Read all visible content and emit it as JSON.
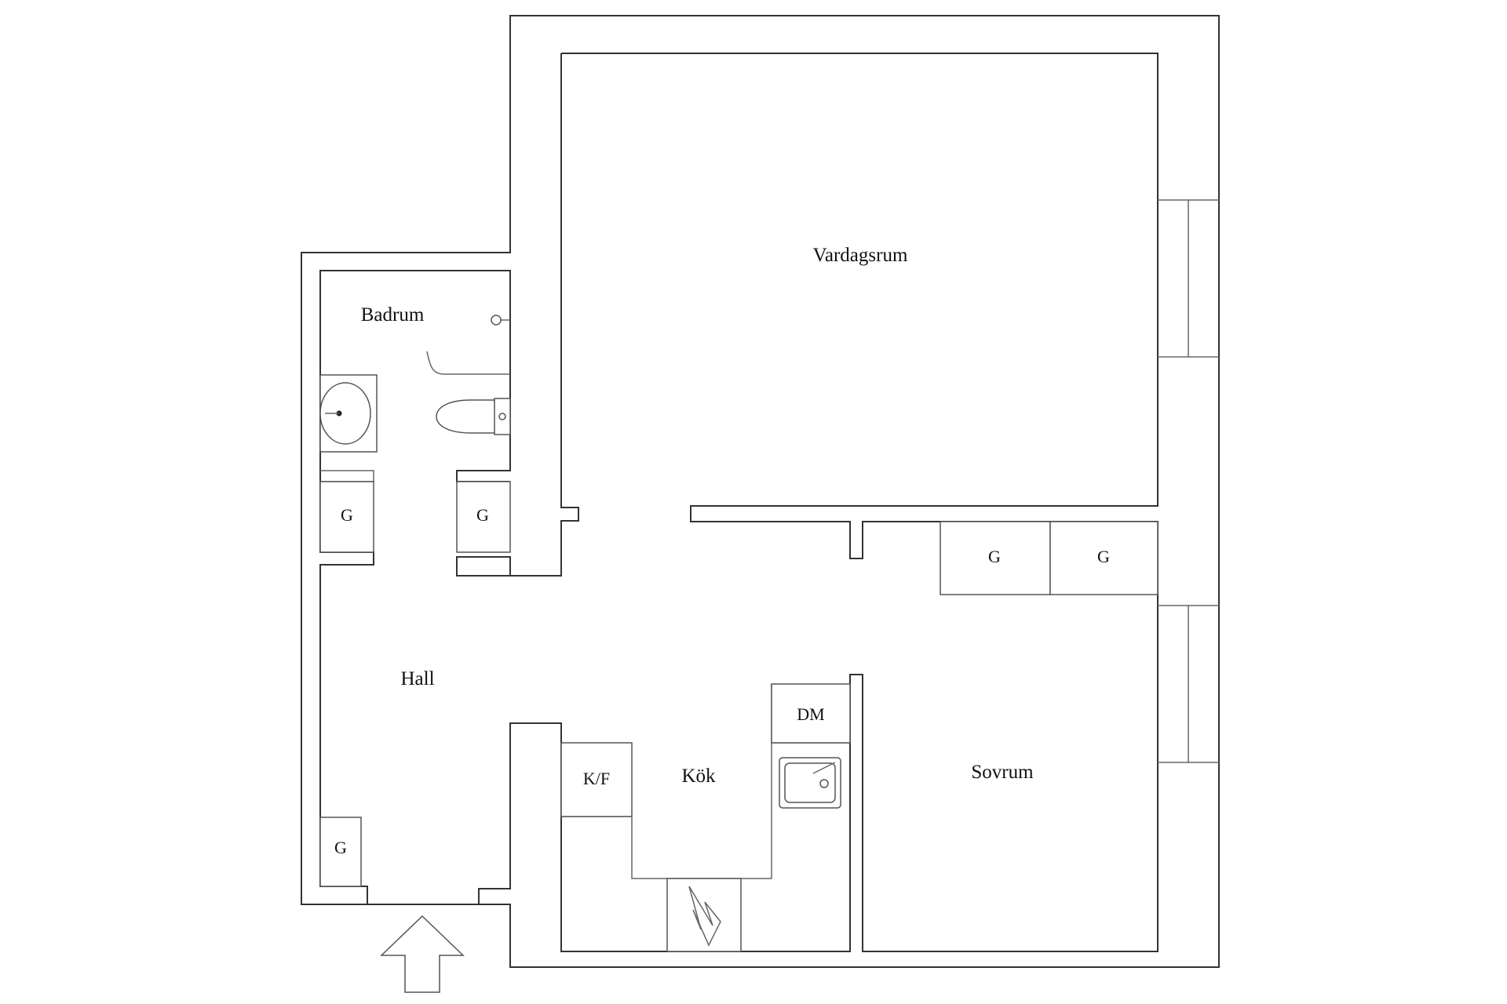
{
  "rooms": {
    "living_room": "Vardagsrum",
    "bathroom": "Badrum",
    "hall": "Hall",
    "kitchen": "Kök",
    "bedroom": "Sovrum"
  },
  "units": {
    "wardrobe": "G",
    "fridge_freezer": "K/F",
    "dishwasher": "DM"
  },
  "icons": {
    "entrance": "entrance-arrow-icon",
    "washbasin": "washbasin-icon",
    "toilet": "toilet-icon",
    "kitchen_sink": "kitchen-sink-icon",
    "stove": "stove-icon",
    "towel_rail": "towel-rail-icon",
    "shower": "shower-icon"
  },
  "colors": {
    "wall": "#333333",
    "line": "#666666",
    "background": "#ffffff"
  }
}
